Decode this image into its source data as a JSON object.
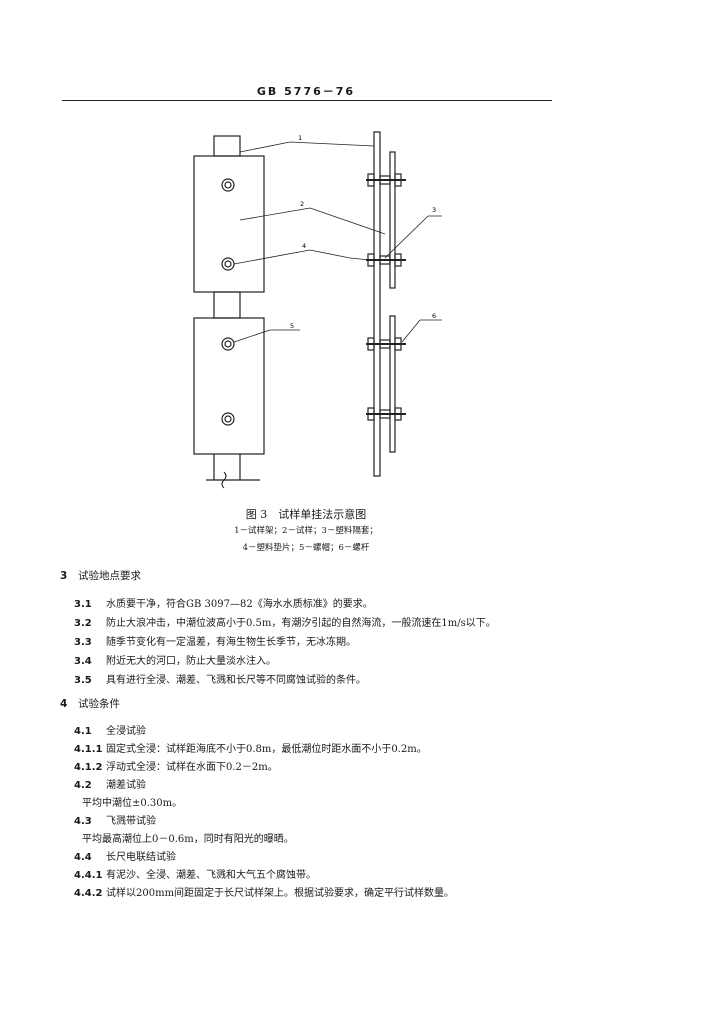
{
  "header": {
    "code": "GB 5776－76"
  },
  "figure": {
    "callouts": [
      "1",
      "2",
      "3",
      "4",
      "5",
      "6"
    ],
    "caption": "图 3　试样单挂法示意图",
    "legend_line1": "1－试样架；2－试样；3－塑料隔套；",
    "legend_line2": "4－塑料垫片；5－螺帽；6－螺杆"
  },
  "section3": {
    "number": "3",
    "title": "试验地点要求",
    "clauses": [
      {
        "num": "3.1",
        "text": "水质要干净，符合GB 3097—82《海水水质标准》的要求。"
      },
      {
        "num": "3.2",
        "text": "防止大浪冲击，中潮位波高小于0.5m，有潮汐引起的自然海流，一般流速在1m/s以下。"
      },
      {
        "num": "3.3",
        "text": "随季节变化有一定温差，有海生物生长季节，无冰冻期。"
      },
      {
        "num": "3.4",
        "text": "附近无大的河口，防止大量淡水注入。"
      },
      {
        "num": "3.5",
        "text": "具有进行全浸、潮差、飞溅和长尺等不同腐蚀试验的条件。"
      }
    ]
  },
  "section4": {
    "number": "4",
    "title": "试验条件",
    "items": [
      {
        "num": "4.1",
        "text": "全浸试验"
      },
      {
        "num": "4.1.1",
        "text": "固定式全浸：试样距海底不小于0.8m，最低潮位时距水面不小于0.2m。"
      },
      {
        "num": "4.1.2",
        "text": "浮动式全浸：试样在水面下0.2－2m。"
      },
      {
        "num": "4.2",
        "text": "潮差试验"
      },
      {
        "num": "",
        "text": "平均中潮位±0.30m。"
      },
      {
        "num": "4.3",
        "text": "飞溅带试验"
      },
      {
        "num": "",
        "text": "平均最高潮位上0－0.6m，同时有阳光的曝晒。"
      },
      {
        "num": "4.4",
        "text": "长尺电联结试验"
      },
      {
        "num": "4.4.1",
        "text": "有泥沙、全浸、潮差、飞溅和大气五个腐蚀带。"
      },
      {
        "num": "4.4.2",
        "text": "试样以200mm间距固定于长尺试样架上。根据试验要求，确定平行试样数量。"
      }
    ]
  }
}
